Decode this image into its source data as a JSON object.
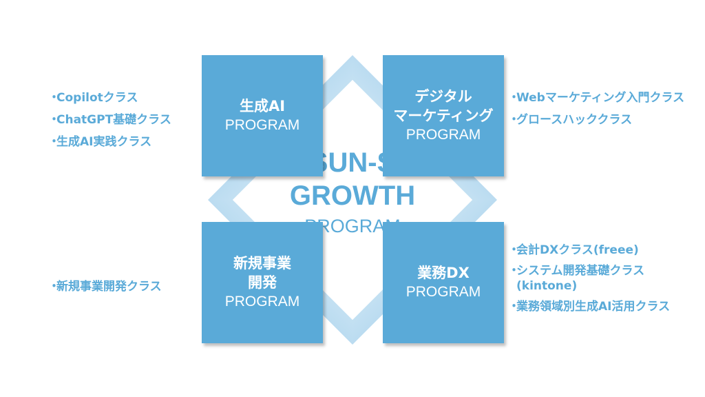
{
  "center": {
    "line1": "SUN-S",
    "line2": "GROWTH",
    "line3": "PROGRAM"
  },
  "programs": {
    "top_left": {
      "title": "生成AI",
      "subtitle": "PROGRAM"
    },
    "top_right": {
      "title": "デジタル\nマーケティング",
      "subtitle": "PROGRAM"
    },
    "bottom_left": {
      "title": "新規事業\n開発",
      "subtitle": "PROGRAM"
    },
    "bottom_right": {
      "title": "業務DX",
      "subtitle": "PROGRAM"
    }
  },
  "courses": {
    "top_left": [
      "Copilotクラス",
      "ChatGPT基礎クラス",
      "生成AI実践クラス"
    ],
    "top_right": [
      "Webマーケティング入門クラス",
      "グロースハッククラス"
    ],
    "bottom_left": [
      "新規事業開発クラス"
    ],
    "bottom_right": [
      "会計DXクラス(freee)",
      "システム開発基礎クラス\n(kintone)",
      "業務領域別生成AI活用クラス"
    ]
  },
  "bullet": "・",
  "colors": {
    "accent": "#5aaad8",
    "diamond_light": "#cfe6f4",
    "text_on_accent": "#ffffff"
  }
}
